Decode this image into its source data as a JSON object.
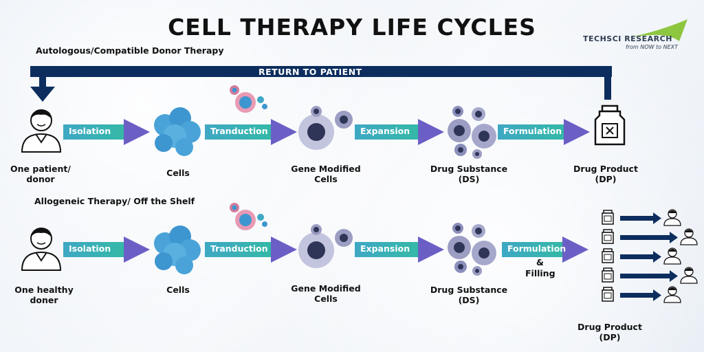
{
  "title": "CELL THERAPY LIFE CYCLES",
  "logo": {
    "name": "TECHSCI RESEARCH",
    "tagline": "from NOW to NEXT",
    "accent_color": "#8dc63f",
    "text_color": "#2f3e52"
  },
  "autologous": {
    "label": "Autologous/Compatible Donor Therapy",
    "return_label": "RETURN TO PATIENT",
    "steps": [
      "Isolation",
      "Tranduction",
      "Expansion",
      "Formulation"
    ],
    "nodes": [
      {
        "line1": "One patient/",
        "line2": "donor"
      },
      {
        "line1": "Cells",
        "line2": ""
      },
      {
        "line1": "Gene Modified",
        "line2": "Cells"
      },
      {
        "line1": "Drug Substance",
        "line2": "(DS)"
      },
      {
        "line1": "Drug Product",
        "line2": "(DP)"
      }
    ]
  },
  "allogeneic": {
    "label": "Allogeneic Therapy/ Off the Shelf",
    "steps": [
      "Isolation",
      "Tranduction",
      "Expansion",
      "Formulation"
    ],
    "formulation_extra": {
      "amp": "&",
      "filling": "Filling"
    },
    "nodes": [
      {
        "line1": "One healthy",
        "line2": "doner"
      },
      {
        "line1": "Cells",
        "line2": ""
      },
      {
        "line1": "Gene Modified",
        "line2": "Cells"
      },
      {
        "line1": "Drug Substance",
        "line2": "(DS)"
      },
      {
        "line1": "Drug Product",
        "line2": "(DP)"
      }
    ]
  },
  "colors": {
    "return_arrow": "#0c2d5e",
    "step_arrow_start": "#3fa8c4",
    "step_arrow_end": "#6b5fc6",
    "cell_blue": "#4aa3d8",
    "cell_purple": "#7a7fb0",
    "distribution_arrow": "#0c2d5e"
  },
  "icons": [
    "person-icon",
    "cell-cluster-icon",
    "transduction-icon",
    "modified-cells-icon",
    "drug-substance-icon",
    "drug-bottle-icon",
    "distribution-arrow-icon"
  ]
}
